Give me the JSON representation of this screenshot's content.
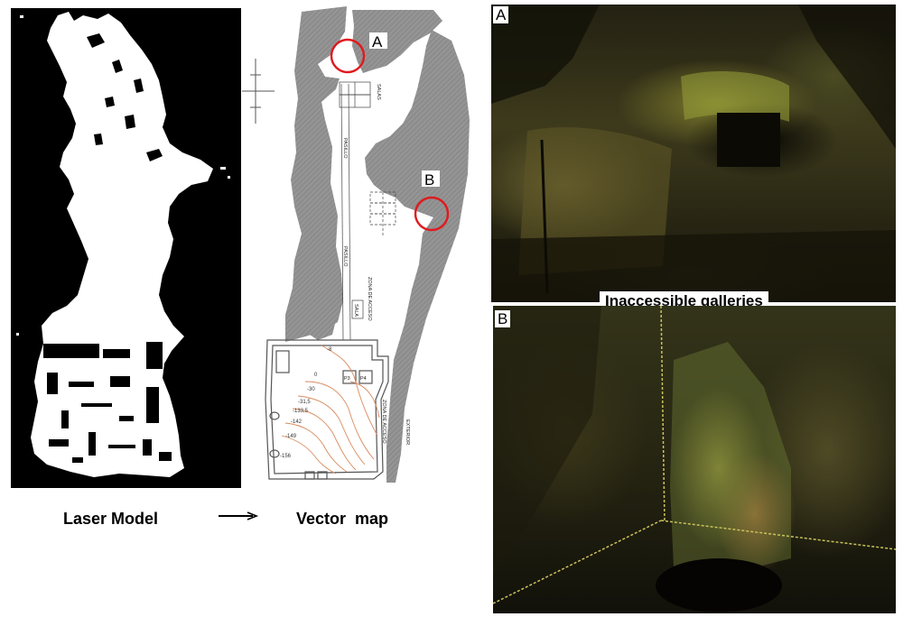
{
  "captions": {
    "laser_model": "Laser Model",
    "vector_map": "Vector  map",
    "arrow": "→"
  },
  "scan_panels": {
    "top_label": "A",
    "bottom_label": "B",
    "middle_banner": "Inaccessible galleries"
  },
  "vector_map": {
    "marker_a": "A",
    "marker_b": "B",
    "contours": [
      "-8",
      "0",
      "-30",
      "-31,5",
      "-133,5",
      "-142",
      "-149",
      "-156"
    ],
    "labels": {
      "salas": "SALAS",
      "pasillo": "PASILLO",
      "pasillo_2": "PASILLO",
      "sala": "SALA",
      "exterior": "EXTERIOR",
      "zona_acceso": "ZONA DE ACCESO",
      "p3": "P3",
      "p4": "P4"
    }
  },
  "colors": {
    "background": "#ffffff",
    "laser_bg": "#000000",
    "laser_fg": "#ffffff",
    "hatch_gray": "#8d8d8d",
    "contour_orange": "#d98b5f",
    "marker_red": "#e0191e",
    "scan_dark": "#1b1a10",
    "scan_olive": "#6b6a2a"
  }
}
